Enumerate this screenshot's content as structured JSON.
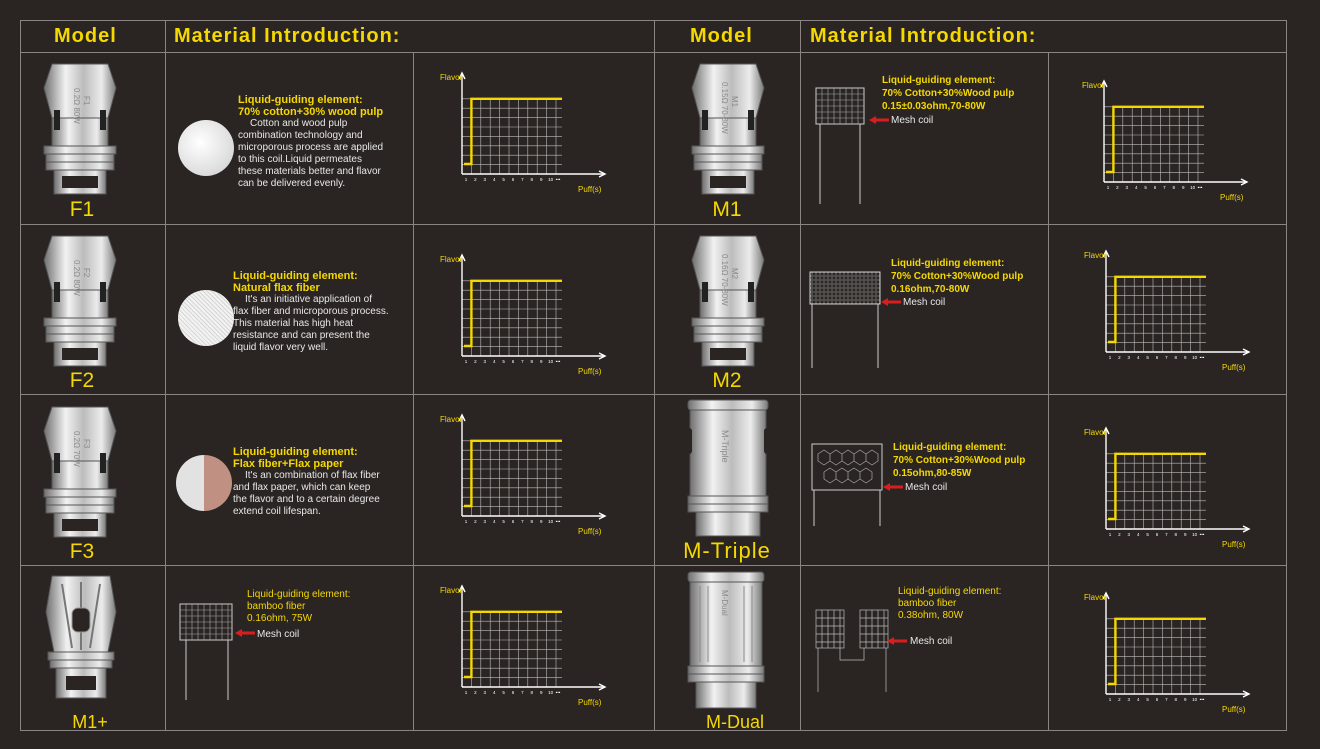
{
  "header": {
    "model": "Model",
    "material": "Material Introduction:"
  },
  "labels": {
    "flavor": "Flavor",
    "puffs": "Puff(s)",
    "ticks": [
      "1",
      "2",
      "3",
      "4",
      "5",
      "6",
      "7",
      "8",
      "9",
      "10",
      "•••"
    ],
    "mesh_coil": "Mesh coil"
  },
  "left": [
    {
      "model": "F1",
      "engrave": [
        "F1",
        "0.2Ω 80W"
      ],
      "title1": "Liquid-guiding element:",
      "title2": "70% cotton+30% wood pulp",
      "body": [
        "Cotton and wood pulp",
        "combination technology and",
        "microporous process are applied",
        "to this coil.Liquid permeates",
        "these materials better and flavor",
        "can be delivered evenly."
      ]
    },
    {
      "model": "F2",
      "engrave": [
        "F2",
        "0.2Ω 80W"
      ],
      "title1": "Liquid-guiding element:",
      "title2": "Natural flax fiber",
      "body": [
        "It's an initiative application of",
        "flax fiber and microporous process.",
        "This material has high heat",
        "resistance and can present the",
        "liquid flavor very well."
      ]
    },
    {
      "model": "F3",
      "engrave": [
        "F3",
        "0.2Ω 70W"
      ],
      "title1": "Liquid-guiding element:",
      "title2": "Flax fiber+Flax paper",
      "body": [
        "It's an combination of flax fiber",
        "and flax paper, which can keep",
        "the flavor and to a certain degree",
        "extend coil lifespan."
      ]
    },
    {
      "model": "M1+",
      "spec": [
        "Liquid-guiding element:",
        "bamboo fiber",
        "0.16ohm, 75W"
      ]
    }
  ],
  "right": [
    {
      "model": "M1",
      "engrave": [
        "M1",
        "0.15Ω 70-80W"
      ],
      "spec": [
        "Liquid-guiding element:",
        "70% Cotton+30%Wood pulp",
        "0.15±0.03ohm,70-80W"
      ]
    },
    {
      "model": "M2",
      "engrave": [
        "M2",
        "0.16Ω 70-80W"
      ],
      "spec": [
        "Liquid-guiding element:",
        "70% Cotton+30%Wood pulp",
        "0.16ohm,70-80W"
      ]
    },
    {
      "model": "M-Triple",
      "engrave": [
        "M-Triple"
      ],
      "spec": [
        "Liquid-guiding element:",
        "70% Cotton+30%Wood pulp",
        "0.15ohm,80-85W"
      ]
    },
    {
      "model": "M-Dual",
      "engrave": [
        "M-Dual"
      ],
      "spec": [
        "Liquid-guiding element:",
        "bamboo fiber",
        "0.38ohm, 80W"
      ]
    }
  ],
  "colors": {
    "background": "#2a2523",
    "accent": "#f5d800",
    "grid": "#bdbdbd",
    "arrow": "#d91e1e"
  }
}
